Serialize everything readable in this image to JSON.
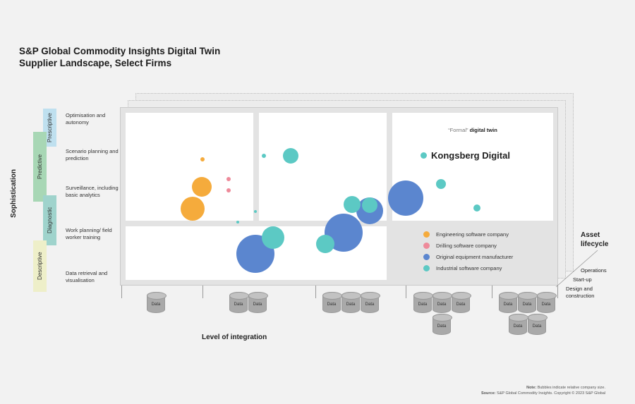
{
  "title": [
    "S&P Global Commodity Insights Digital Twin",
    "Supplier Landscape, Select Firms"
  ],
  "y_axis_label": "Sophistication",
  "bands": [
    "Prescriptive",
    "Predictive",
    "Diagnostic",
    "Descriptive"
  ],
  "rows": [
    "Optimisation and autonomy",
    "Scenario planning and prediction",
    "Surveillance, including basic analytics",
    "Work planning/ field worker training",
    "Data retrieval and visualisation"
  ],
  "formal_label_quote": "“Formal”",
  "formal_label_bold": "digital twin",
  "highlight_company": "Kongsberg Digital",
  "legend": [
    {
      "label": "Engineering software company",
      "color": "#f5ab3c"
    },
    {
      "label": "Drilling software company",
      "color": "#ee8a9a"
    },
    {
      "label": "Original equipment manufacturer",
      "color": "#5b86cf"
    },
    {
      "label": "Industrial software company",
      "color": "#5cc9c4"
    }
  ],
  "data_label": "Data",
  "data_stacks": [
    1,
    2,
    3,
    4,
    5
  ],
  "x_axis_label": "Level of integration",
  "lifecycle_title": "Asset lifecycle",
  "lifecycle_stages": [
    "Operations",
    "Start-up",
    "Design and construction"
  ],
  "note_bold": "Note:",
  "note": "Bubbles indicate relative company size.",
  "source_bold": "Source:",
  "source": "S&P Global Commodity Insights. Copyright © 2023 S&P Global"
}
